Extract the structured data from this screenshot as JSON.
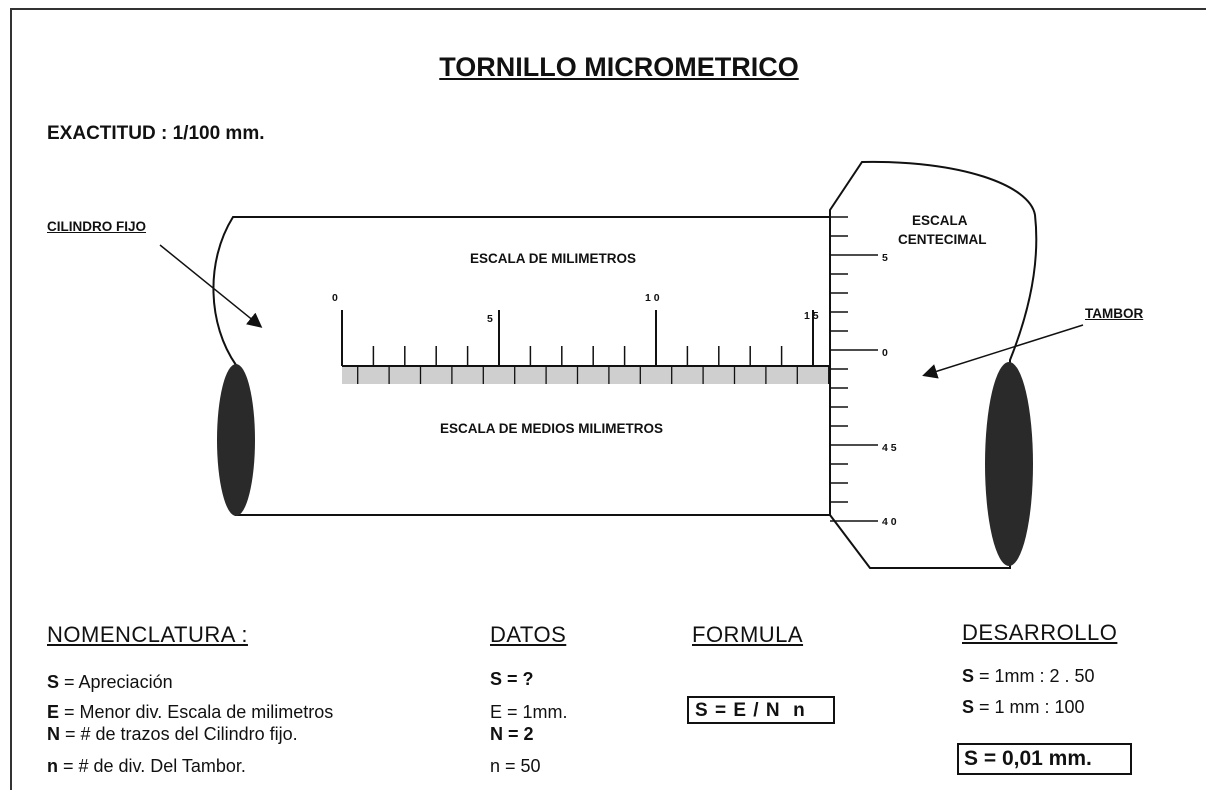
{
  "title": "TORNILLO MICROMETRICO",
  "exactitud": "EXACTITUD : 1/100 mm.",
  "labels": {
    "cilindro_fijo": "CILINDRO FIJO",
    "escala_mm": "ESCALA DE MILIMETROS",
    "escala_medios": "ESCALA DE MEDIOS MILIMETROS",
    "escala_centecimal_1": "ESCALA",
    "escala_centecimal_2": "CENTECIMAL",
    "tambor": "TAMBOR"
  },
  "mm_scale_numbers": [
    "0",
    "5",
    "1 0",
    "1 5"
  ],
  "drum_numbers": [
    "5",
    "0",
    "4 5",
    "4 0"
  ],
  "sections": {
    "nomenclatura": {
      "heading": "NOMENCLATURA :",
      "rows": [
        {
          "sym": "S",
          "text": " = Apreciación"
        },
        {
          "sym": "E",
          "text": " = Menor div. Escala de milimetros"
        },
        {
          "sym": "N",
          "text": " = # de trazos del Cilindro fijo."
        },
        {
          "sym": "n",
          "text": " = # de div. Del Tambor."
        }
      ]
    },
    "datos": {
      "heading": "DATOS",
      "rows": [
        "S = ?",
        "E = 1mm.",
        "N = 2",
        "n = 50"
      ]
    },
    "formula": {
      "heading": "FORMULA",
      "value": "S = E / N  n"
    },
    "desarrollo": {
      "heading": "DESARROLLO",
      "rows": [
        {
          "sym": "S",
          "text": " = 1mm : 2 . 50"
        },
        {
          "sym": "S",
          "text": " = 1 mm : 100"
        }
      ],
      "result": "S = 0,01 mm."
    }
  }
}
